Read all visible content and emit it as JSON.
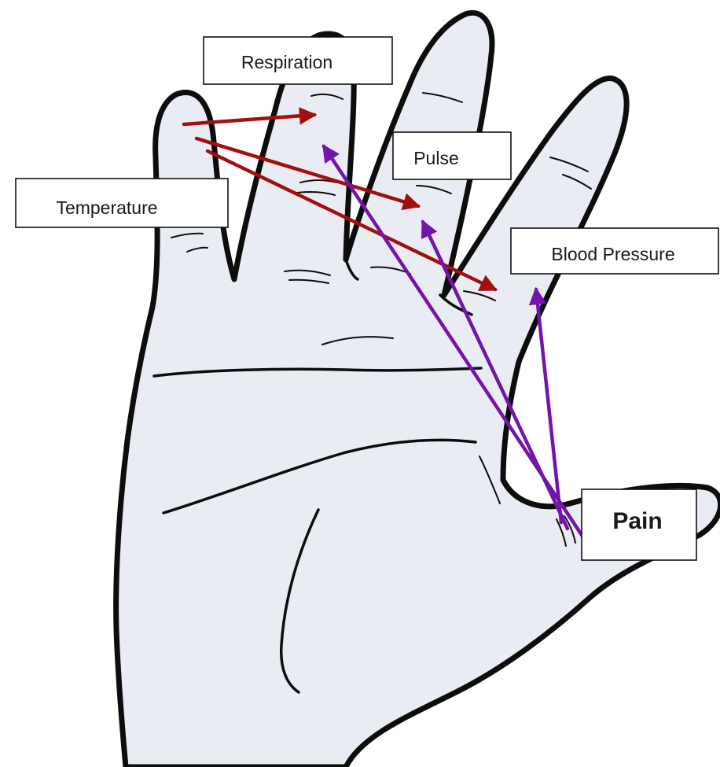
{
  "labels": {
    "temperature": "Temperature",
    "respiration": "Respiration",
    "pulse": "Pulse",
    "blood_pressure": "Blood Pressure",
    "pain": "Pain"
  },
  "colors": {
    "vital_sign_arrows": "#a30f0f",
    "pain_arrows": "#7414a8",
    "outline": "#0d0d0d",
    "skin": "#eaecf3"
  },
  "arrows": {
    "from_temperature_finger": [
      "Respiration",
      "Pulse",
      "Blood Pressure"
    ],
    "from_pain_thumb": [
      "Respiration",
      "Pulse",
      "Blood Pressure"
    ]
  }
}
